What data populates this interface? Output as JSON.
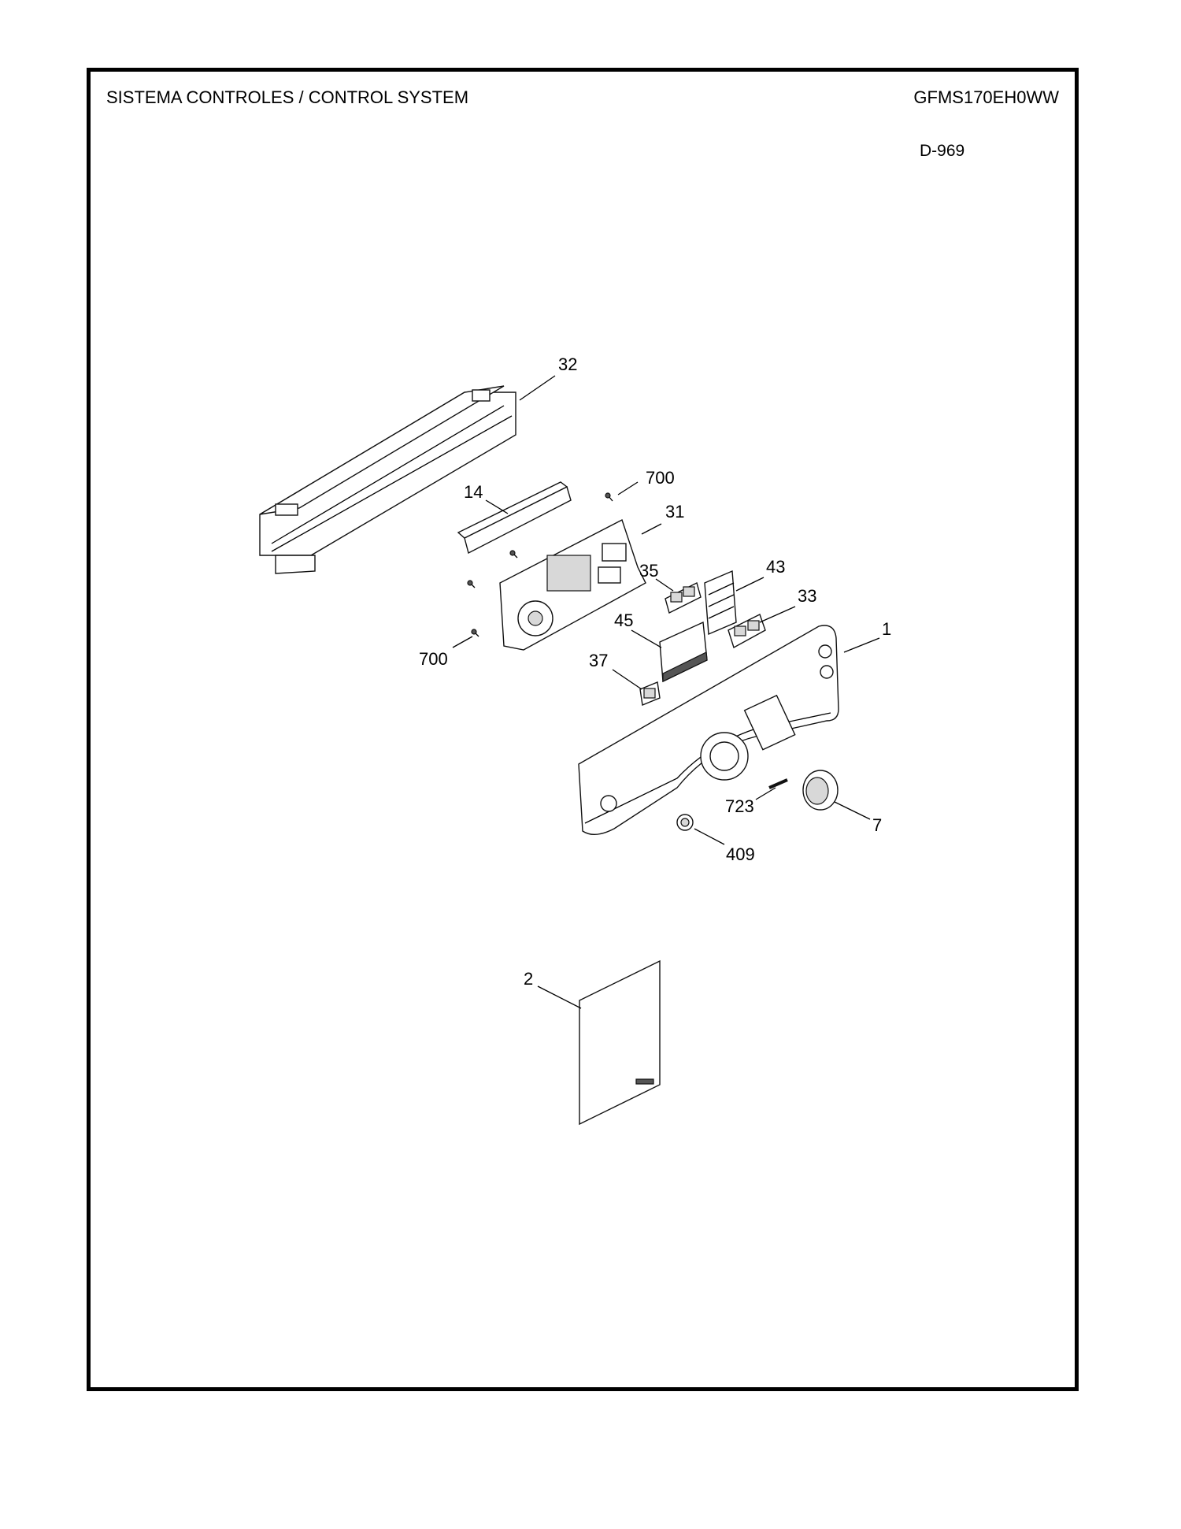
{
  "header": {
    "title": "SISTEMA CONTROLES / CONTROL SYSTEM",
    "model": "GFMS170EH0WW",
    "diagram_code": "D-969"
  },
  "callouts": {
    "c32": "32",
    "c700a": "700",
    "c14": "14",
    "c31": "31",
    "c35": "35",
    "c43": "43",
    "c33": "33",
    "c45": "45",
    "c1": "1",
    "c700b": "700",
    "c37": "37",
    "c723": "723",
    "c7": "7",
    "c409": "409",
    "c2": "2"
  }
}
